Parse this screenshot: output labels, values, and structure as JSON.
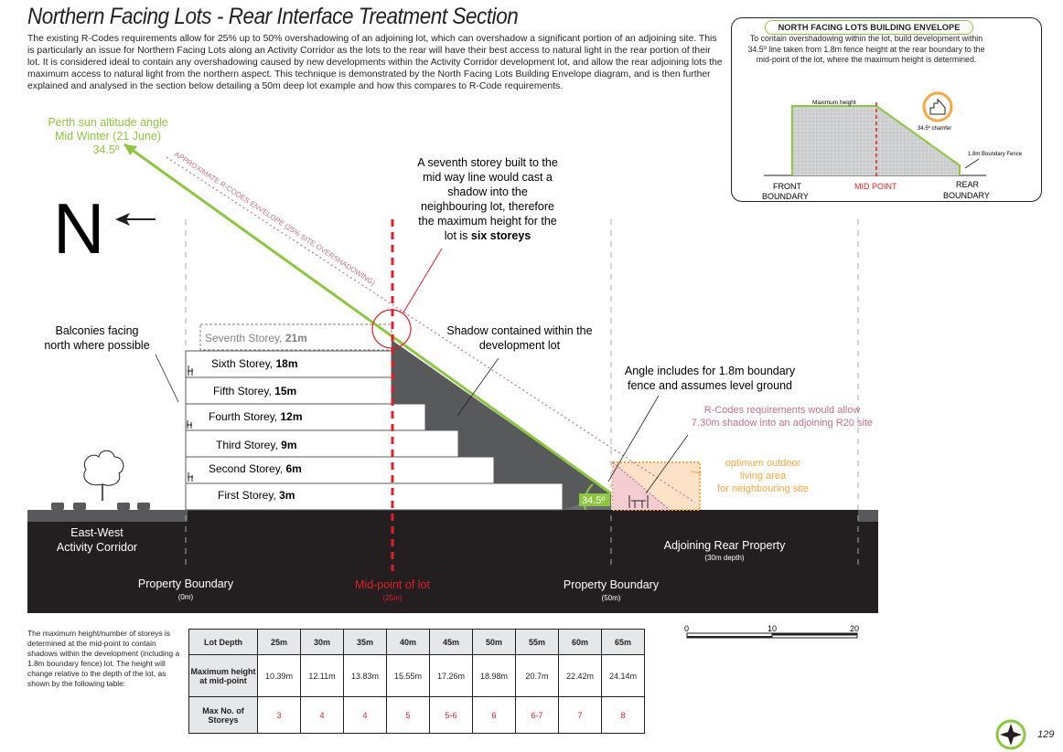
{
  "title": "Northern Facing Lots - Rear Interface Treatment Section",
  "intro": "The existing R-Codes requirements allow for 25% up to 50% overshadowing of an adjoining lot, which can overshadow a significant portion of an adjoining site. This is particularly an issue for Northern Facing Lots along an Activity Corridor as the lots to the rear will have their best access to natural light in the rear portion of their lot. It is considered ideal to contain any overshadowing caused by new developments within the Activity Corridor development lot, and allow the rear adjoining lots the maximum access to natural light from the northern aspect. This technique is demonstrated by the North Facing Lots Building Envelope diagram, and is then further explained and analysed in the section below detailing a 50m deep lot example and how this compares to R-Code requirements.",
  "inset": {
    "title": "NORTH FACING LOTS BUILDING ENVELOPE",
    "description": "To contain overshadowing within the lot, build development within 34.5º line taken from 1.8m fence height at the rear boundary to the mid-point of the lot, where the maximum height is determined.",
    "max_height": "Maximum height",
    "chamfer": "34.5º chamfer",
    "fence": "1.8m Boundary Fence",
    "front_1": "FRONT",
    "front_2": "BOUNDARY",
    "mid": "MID POINT",
    "rear_1": "REAR",
    "rear_2": "BOUNDARY"
  },
  "section": {
    "sun_1": "Perth sun altitude angle",
    "sun_2": "Mid Winter (21 June)",
    "sun_3": "34.5º",
    "north": "N",
    "envelope_label": "APPROXIMATE R-CODES ENVELOPE (25% SITE OVERSHADOWING)",
    "seventh_1": "A seventh storey built to the",
    "seventh_2": "mid way line would cast a",
    "seventh_3": "shadow into the",
    "seventh_4": "neighbouring lot, therefore",
    "seventh_5": "the maximum height for the",
    "seventh_6": "lot is ",
    "seventh_6b": "six storeys",
    "balconies_1": "Balconies facing",
    "balconies_2": "north where possible",
    "shadow_1": "Shadow contained within the",
    "shadow_2": "development lot",
    "angle_1": "Angle includes for 1.8m boundary",
    "angle_2": "fence and assumes level ground",
    "rcodes_1": "R-Codes requirements would allow",
    "rcodes_2": "7.30m shadow into an adjoining R20 site",
    "outdoor_1": "optimum outdoor",
    "outdoor_2": "living area",
    "outdoor_3": "for neighbouring site",
    "angle_value": "34.5º",
    "storeys": [
      {
        "name": "Seventh Storey, ",
        "height": "21m"
      },
      {
        "name": "Sixth Storey, ",
        "height": "18m"
      },
      {
        "name": "Fifth Storey, ",
        "height": "15m"
      },
      {
        "name": "Fourth Storey, ",
        "height": "12m"
      },
      {
        "name": "Third Storey, ",
        "height": "9m"
      },
      {
        "name": "Second Storey, ",
        "height": "6m"
      },
      {
        "name": "First Storey, ",
        "height": "3m"
      }
    ],
    "corridor_1": "East-West",
    "corridor_2": "Activity Corridor",
    "boundary_left": "Property Boundary",
    "boundary_left_sub": "(0m)",
    "midpoint": "Mid-point of lot",
    "midpoint_sub": "(25m)",
    "boundary_right": "Property Boundary",
    "boundary_right_sub": "(50m)",
    "rear_property": "Adjoining Rear Property",
    "rear_property_sub": "(30m depth)"
  },
  "scale": {
    "ticks": [
      "0",
      "10",
      "20"
    ]
  },
  "note": "The maximum height/number of storeys is determined at the mid-point to contain shadows within the development (including a 1.8m boundary fence) lot. The height will change relative to the depth of the lot, as shown by the following table:",
  "table": {
    "headers": [
      "Lot Depth",
      "Maximum height at mid-point",
      "Max No. of Storeys"
    ],
    "depths": [
      "25m",
      "30m",
      "35m",
      "40m",
      "45m",
      "50m",
      "55m",
      "60m",
      "65m"
    ],
    "heights": [
      "10.39m",
      "12.11m",
      "13.83m",
      "15.55m",
      "17.26m",
      "18.98m",
      "20.7m",
      "22.42m",
      "24.14m"
    ],
    "storeys": [
      "3",
      "4",
      "4",
      "5",
      "5-6",
      "6",
      "6-7",
      "7",
      "8"
    ]
  },
  "page_number": "129",
  "colors": {
    "green": "#8dc63f",
    "red": "#e31e24",
    "orange": "#f7a941",
    "pink": "#c0728d",
    "dark": "#231f20",
    "shade": "#58595b"
  }
}
